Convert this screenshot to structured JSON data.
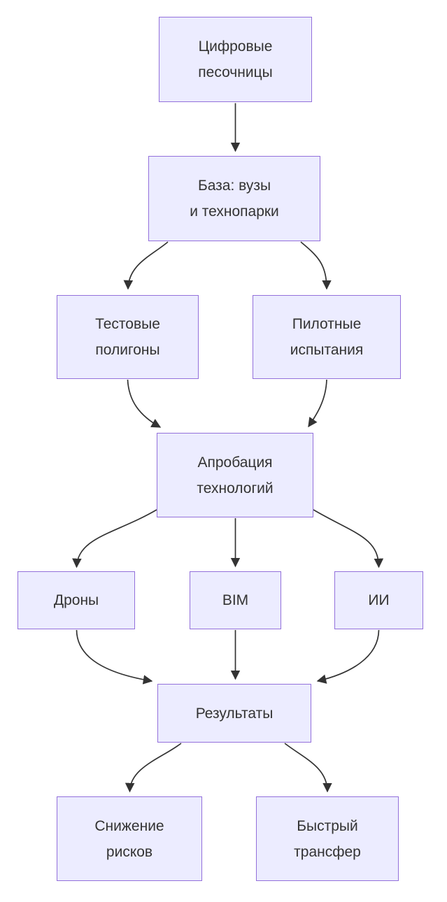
{
  "diagram": {
    "type": "flowchart",
    "direction": "top-down",
    "colors": {
      "background": "#ffffff",
      "node_fill": "#ECECFF",
      "node_border": "#9370DB",
      "edge": "#333333",
      "text": "#333333"
    },
    "nodes": [
      {
        "id": "digital-sandboxes",
        "label": "Цифровые песочницы",
        "lines": [
          "Цифровые",
          "песочницы"
        ]
      },
      {
        "id": "base-universities-technoparks",
        "label": "База: вузы и технопарки",
        "lines": [
          "База: вузы",
          "и технопарки"
        ]
      },
      {
        "id": "test-sites",
        "label": "Тестовые полигоны",
        "lines": [
          "Тестовые",
          "полигоны"
        ]
      },
      {
        "id": "pilot-tests",
        "label": "Пилотные испытания",
        "lines": [
          "Пилотные",
          "испытания"
        ]
      },
      {
        "id": "technology-approbation",
        "label": "Апробация технологий",
        "lines": [
          "Апробация",
          "технологий"
        ]
      },
      {
        "id": "drones",
        "label": "Дроны",
        "lines": [
          "Дроны"
        ]
      },
      {
        "id": "bim",
        "label": "BIM",
        "lines": [
          "BIM"
        ]
      },
      {
        "id": "ai",
        "label": "ИИ",
        "lines": [
          "ИИ"
        ]
      },
      {
        "id": "results",
        "label": "Результаты",
        "lines": [
          "Результаты"
        ]
      },
      {
        "id": "risk-reduction",
        "label": "Снижение рисков",
        "lines": [
          "Снижение",
          "рисков"
        ]
      },
      {
        "id": "fast-transfer",
        "label": "Быстрый трансфер",
        "lines": [
          "Быстрый",
          "трансфер"
        ]
      }
    ],
    "edges": [
      {
        "from": "digital-sandboxes",
        "to": "base-universities-technoparks"
      },
      {
        "from": "base-universities-technoparks",
        "to": "test-sites"
      },
      {
        "from": "base-universities-technoparks",
        "to": "pilot-tests"
      },
      {
        "from": "test-sites",
        "to": "technology-approbation"
      },
      {
        "from": "pilot-tests",
        "to": "technology-approbation"
      },
      {
        "from": "technology-approbation",
        "to": "drones"
      },
      {
        "from": "technology-approbation",
        "to": "bim"
      },
      {
        "from": "technology-approbation",
        "to": "ai"
      },
      {
        "from": "drones",
        "to": "results"
      },
      {
        "from": "bim",
        "to": "results"
      },
      {
        "from": "ai",
        "to": "results"
      },
      {
        "from": "results",
        "to": "risk-reduction"
      },
      {
        "from": "results",
        "to": "fast-transfer"
      }
    ]
  }
}
